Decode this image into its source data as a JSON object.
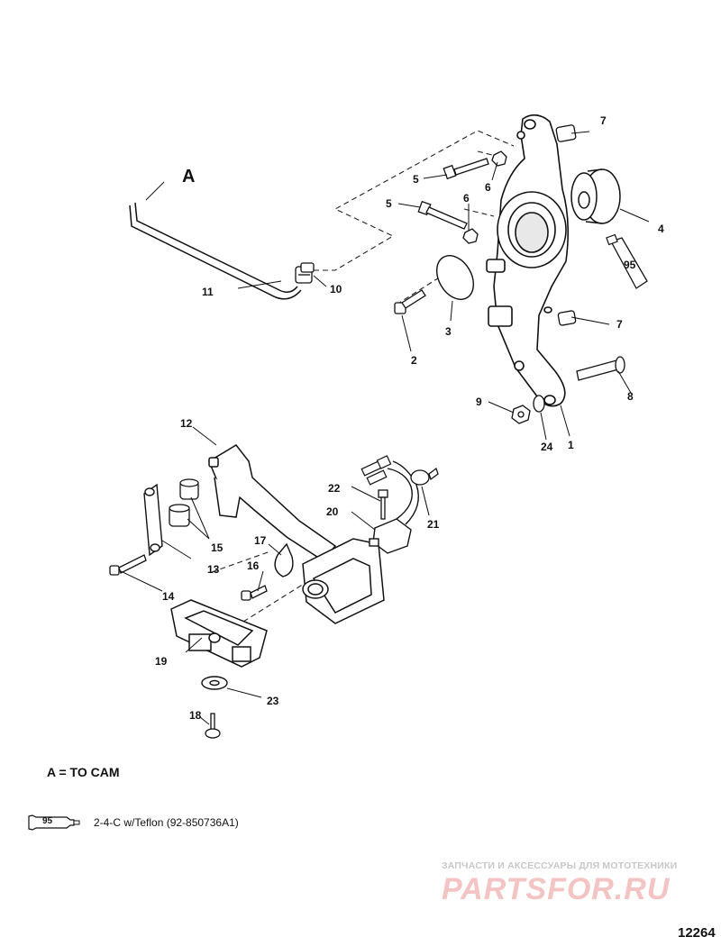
{
  "diagram": {
    "ref_letter": "A",
    "callouts": {
      "c1": "1",
      "c2": "2",
      "c3": "3",
      "c4": "4",
      "c5a": "5",
      "c5b": "5",
      "c6a": "6",
      "c6b": "6",
      "c7a": "7",
      "c7b": "7",
      "c8": "8",
      "c9": "9",
      "c10": "10",
      "c11": "11",
      "c12": "12",
      "c13": "13",
      "c14": "14",
      "c15": "15",
      "c16": "16",
      "c17": "17",
      "c18": "18",
      "c19": "19",
      "c20": "20",
      "c21": "21",
      "c22": "22",
      "c23": "23",
      "c24": "24"
    },
    "sealant_tube_number": "95"
  },
  "legend": {
    "note": "A = TO CAM",
    "sealant_code": "95",
    "sealant_text": "2-4-C w/Teflon (92-850736A1)"
  },
  "watermark": {
    "line1": "ЗАПЧАСТИ И АКСЕССУАРЫ ДЛЯ МОТОТЕХНИКИ",
    "line2": "PARTSFOR.RU"
  },
  "diagram_id": "12264"
}
